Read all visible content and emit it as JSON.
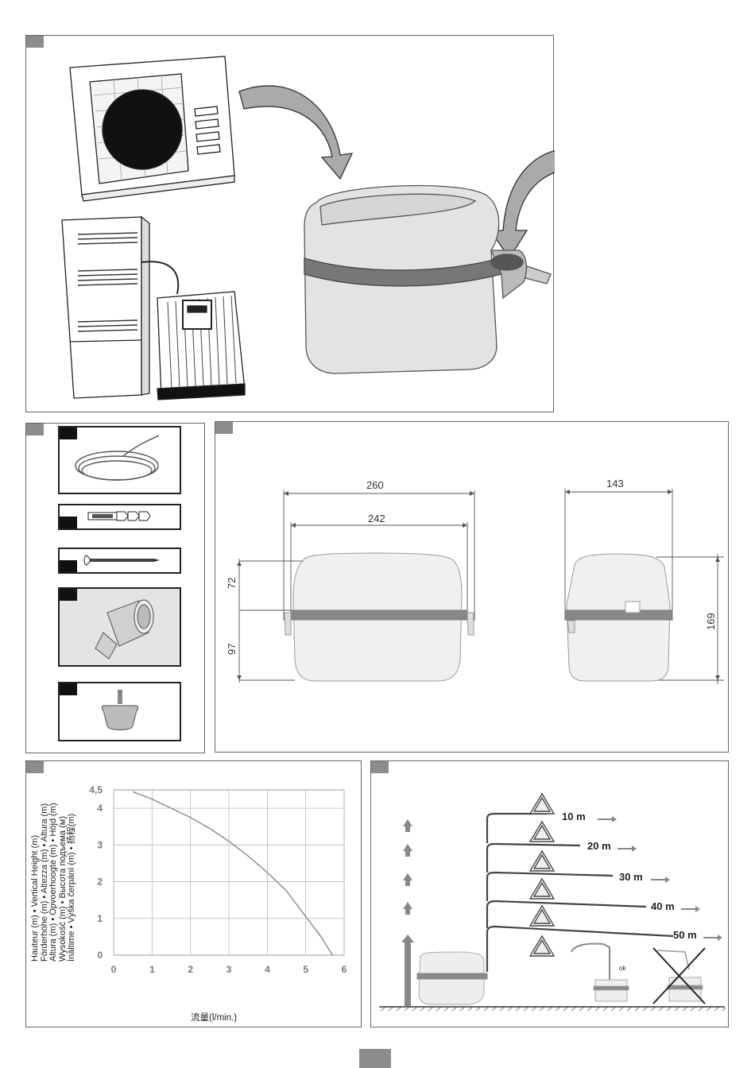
{
  "panels": {
    "overview": {},
    "accessories": {},
    "dimensions": {
      "front": {
        "width_outer": "260",
        "width_inner": "242",
        "height_top": "72",
        "height_bottom": "97"
      },
      "side": {
        "depth": "143",
        "height": "169"
      }
    },
    "curve": {
      "ylabel_lines": [
        "Hauteur (m) • Vertical Height (m)",
        "Förderhöhe (m) • Altezza (m) • Altura (m)",
        "Altura (m) • Opvoerhoogte (m) • Höjd (m)",
        "Wysokość (m) • Высота подъема (м)",
        "İnāltime • Výška čerpání (m) • 扬程(m)"
      ],
      "xlabel": "流量(l/min.)"
    },
    "installation": {
      "distances": [
        "10 m",
        "20 m",
        "30 m",
        "40 m",
        "50 m"
      ],
      "ok_label": "ok"
    }
  },
  "chart_data": {
    "type": "line",
    "xlabel": "流量(l/min.)",
    "ylabel": "Hauteur (m) • Vertical Height (m)",
    "xlim": [
      0,
      6
    ],
    "ylim": [
      0,
      4.5
    ],
    "x_ticks": [
      "0",
      "1",
      "2",
      "3",
      "4",
      "5",
      "6"
    ],
    "y_ticks": [
      "0",
      "1",
      "2",
      "3",
      "4",
      "4,5"
    ],
    "grid": true,
    "series": [
      {
        "x": [
          0.5,
          1.0,
          1.5,
          2.0,
          2.5,
          3.0,
          3.5,
          4.0,
          4.5,
          5.0,
          5.4,
          5.7
        ],
        "y": [
          4.45,
          4.25,
          4.0,
          3.75,
          3.45,
          3.1,
          2.7,
          2.25,
          1.75,
          1.05,
          0.5,
          0.0
        ]
      }
    ]
  }
}
